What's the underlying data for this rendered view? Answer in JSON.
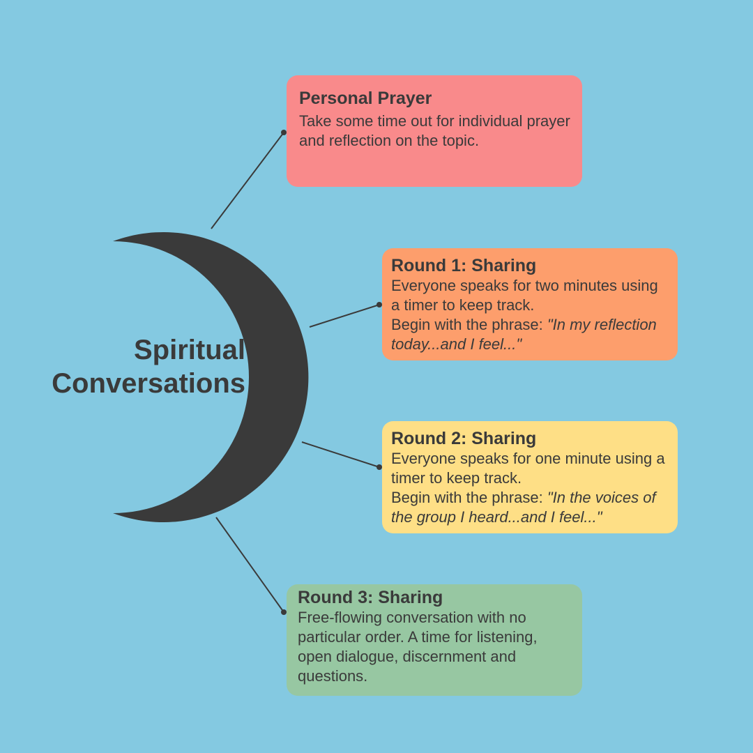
{
  "title": {
    "line1": "Spiritual",
    "line2": "Conversations"
  },
  "colors": {
    "background": "#84c9e1",
    "crescent": "#3a3a3a",
    "prayer": "#f98a8b",
    "round1": "#fd9e6c",
    "round2": "#fedf86",
    "round3": "#97c7a2"
  },
  "cards": {
    "prayer": {
      "title": "Personal Prayer",
      "body": "Take some time out for individual prayer and reflection on the topic."
    },
    "round1": {
      "title": "Round 1: Sharing",
      "body": "Everyone speaks for two minutes using a timer to keep track.",
      "phrase_label": "Begin with the phrase: ",
      "phrase": "\"In my reflection today...and I feel...\""
    },
    "round2": {
      "title": "Round 2: Sharing",
      "body": "Everyone speaks for one minute using a timer to keep track.",
      "phrase_label": "Begin with the phrase: ",
      "phrase": "\"In the voices of the group I heard...and I feel...\""
    },
    "round3": {
      "title": "Round 3: Sharing",
      "body": "Free-flowing conversation with no particular order. A time for listening, open dialogue, discernment and questions."
    }
  }
}
